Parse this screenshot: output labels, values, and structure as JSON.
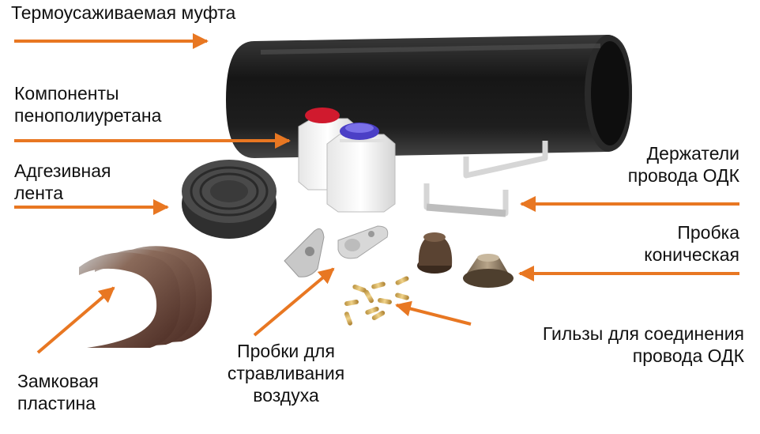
{
  "colors": {
    "arrow": "#E87722",
    "tube": "#222222",
    "background": "#FFFFFF"
  },
  "labels": {
    "sleeve": "Термоусаживаемая муфта",
    "foam_components": [
      "Компоненты",
      "пенополиуретана"
    ],
    "adhesive_tape": [
      "Адгезивная",
      "лента"
    ],
    "lock_plate": [
      "Замковая",
      "пластина"
    ],
    "vent_plugs": [
      "Пробки для",
      "стравливания",
      "воздуха"
    ],
    "wire_holders": [
      "Держатели",
      "провода ОДК"
    ],
    "conical_plug": [
      "Пробка",
      "коническая"
    ],
    "wire_sleeves": [
      "Гильзы для соединения",
      "провода ОДК"
    ]
  },
  "icons": {
    "tube": "heat-shrink-sleeve-icon",
    "bottles": "foam-component-bottles-icon",
    "tape": "adhesive-tape-roll-icon",
    "plates": "lock-plate-icon",
    "vents": "vent-plug-icon",
    "holders": "wire-holder-icon",
    "conical": "conical-plug-icon",
    "crimps": "crimp-sleeve-icon"
  }
}
